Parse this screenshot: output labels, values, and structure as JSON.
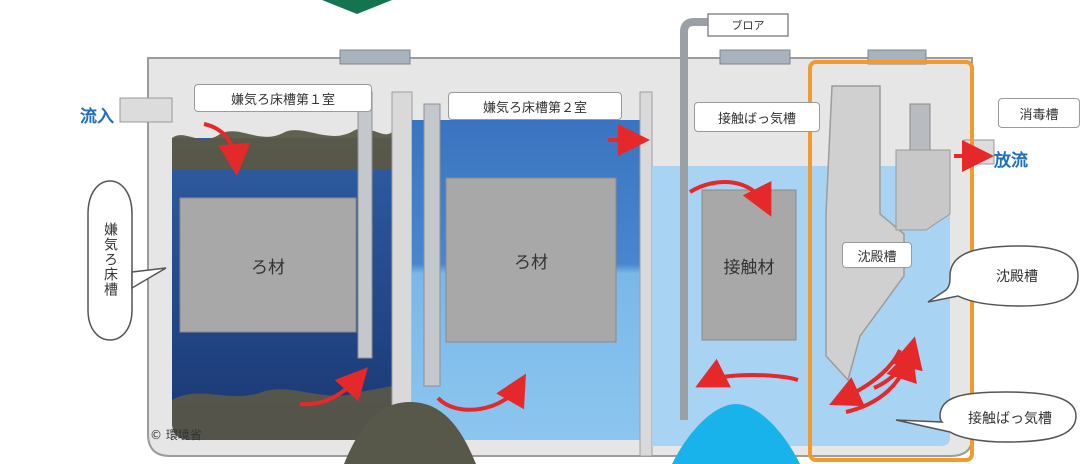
{
  "diagram": {
    "labels": {
      "blower": "ブロア",
      "chamber1": "嫌気ろ床槽第１室",
      "chamber2": "嫌気ろ床槽第２室",
      "aeration": "接触ばっ気槽",
      "disinfection": "消毒槽",
      "settling": "沈殿槽"
    },
    "media": {
      "chamber1": "ろ材",
      "chamber2": "ろ材",
      "aeration": "接触材"
    },
    "flow": {
      "inflow": "流入",
      "outflow": "放流"
    },
    "callouts": {
      "anaerobic": "嫌気ろ床槽",
      "settling": "沈殿槽",
      "aeration": "接触ばっ気槽"
    },
    "credit": "© 環境省",
    "colors": {
      "water_dark": "#1c3d7a",
      "water_mid": "#3f78c2",
      "water_light": "#a9d3f2",
      "sludge": "#5b5846",
      "media": "#a8a8a8",
      "arrow": "#e5282a",
      "highlight": "#f19a2e",
      "flow_text": "#1f6fbf",
      "mound_left": "#58584a",
      "mound_right": "#18b3ea",
      "top_green": "#13744f"
    }
  }
}
